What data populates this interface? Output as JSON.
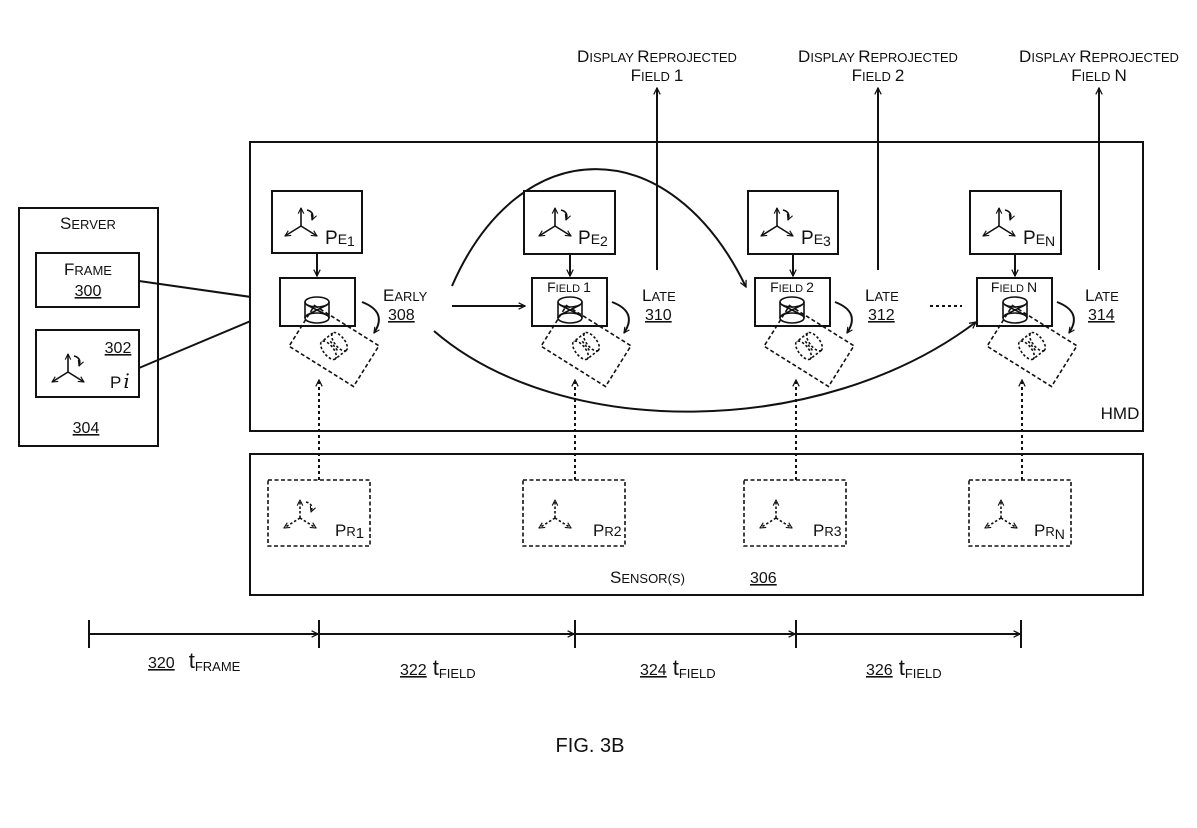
{
  "figure": {
    "caption": "FIG. 3B"
  },
  "server": {
    "title_cap": "S",
    "title_rest": "ERVER",
    "ref": "304",
    "frame": {
      "cap": "F",
      "rest": "RAME",
      "ref": "300"
    },
    "pose": {
      "ref": "302",
      "label": "P",
      "subscript": "i"
    }
  },
  "hmd": {
    "label": "HMD",
    "early": {
      "cap": "E",
      "rest": "ARLY",
      "ref": "308"
    },
    "stages": [
      {
        "pose_main": "P",
        "pose_sub_cap": "E",
        "pose_index": "1",
        "field_label": "",
        "timing_cap": "E",
        "timing_rest": "ARLY",
        "ref": "308"
      },
      {
        "pose_main": "P",
        "pose_sub_cap": "E",
        "pose_index": "2",
        "field_cap": "F",
        "field_rest": "IELD",
        "field_num": "1",
        "timing_cap": "L",
        "timing_rest": "ATE",
        "ref": "310"
      },
      {
        "pose_main": "P",
        "pose_sub_cap": "E",
        "pose_index": "3",
        "field_cap": "F",
        "field_rest": "IELD",
        "field_num": "2",
        "timing_cap": "L",
        "timing_rest": "ATE",
        "ref": "312"
      },
      {
        "pose_main": "P",
        "pose_sub_cap": "E",
        "pose_index": "N",
        "field_cap": "F",
        "field_rest": "IELD",
        "field_num": "N",
        "timing_cap": "L",
        "timing_rest": "ATE",
        "ref": "314"
      }
    ]
  },
  "outputs": [
    {
      "line1_a": "D",
      "line1_b": "ISPLAY ",
      "line1_c": "R",
      "line1_d": "EPROJECTED",
      "line2_a": "F",
      "line2_b": "IELD",
      "line2_num": "1"
    },
    {
      "line1_a": "D",
      "line1_b": "ISPLAY ",
      "line1_c": "R",
      "line1_d": "EPROJECTED",
      "line2_a": "F",
      "line2_b": "IELD",
      "line2_num": "2"
    },
    {
      "line1_a": "D",
      "line1_b": "ISPLAY ",
      "line1_c": "R",
      "line1_d": "EPROJECTED",
      "line2_a": "F",
      "line2_b": "IELD",
      "line2_num": "N"
    }
  ],
  "sensors": {
    "title_cap": "S",
    "title_rest": "ENSOR(S)",
    "ref": "306",
    "poses": [
      {
        "main": "P",
        "sub": "R",
        "index": "1"
      },
      {
        "main": "P",
        "sub": "R",
        "index": "2"
      },
      {
        "main": "P",
        "sub": "R",
        "index": "3"
      },
      {
        "main": "P",
        "sub": "R",
        "index": "N"
      }
    ]
  },
  "timeline": [
    {
      "ref": "320",
      "t": "t",
      "sub": "FRAME"
    },
    {
      "ref": "322",
      "t": "t",
      "sub": "FIELD"
    },
    {
      "ref": "324",
      "t": "t",
      "sub": "FIELD"
    },
    {
      "ref": "326",
      "t": "t",
      "sub": "FIELD"
    }
  ]
}
